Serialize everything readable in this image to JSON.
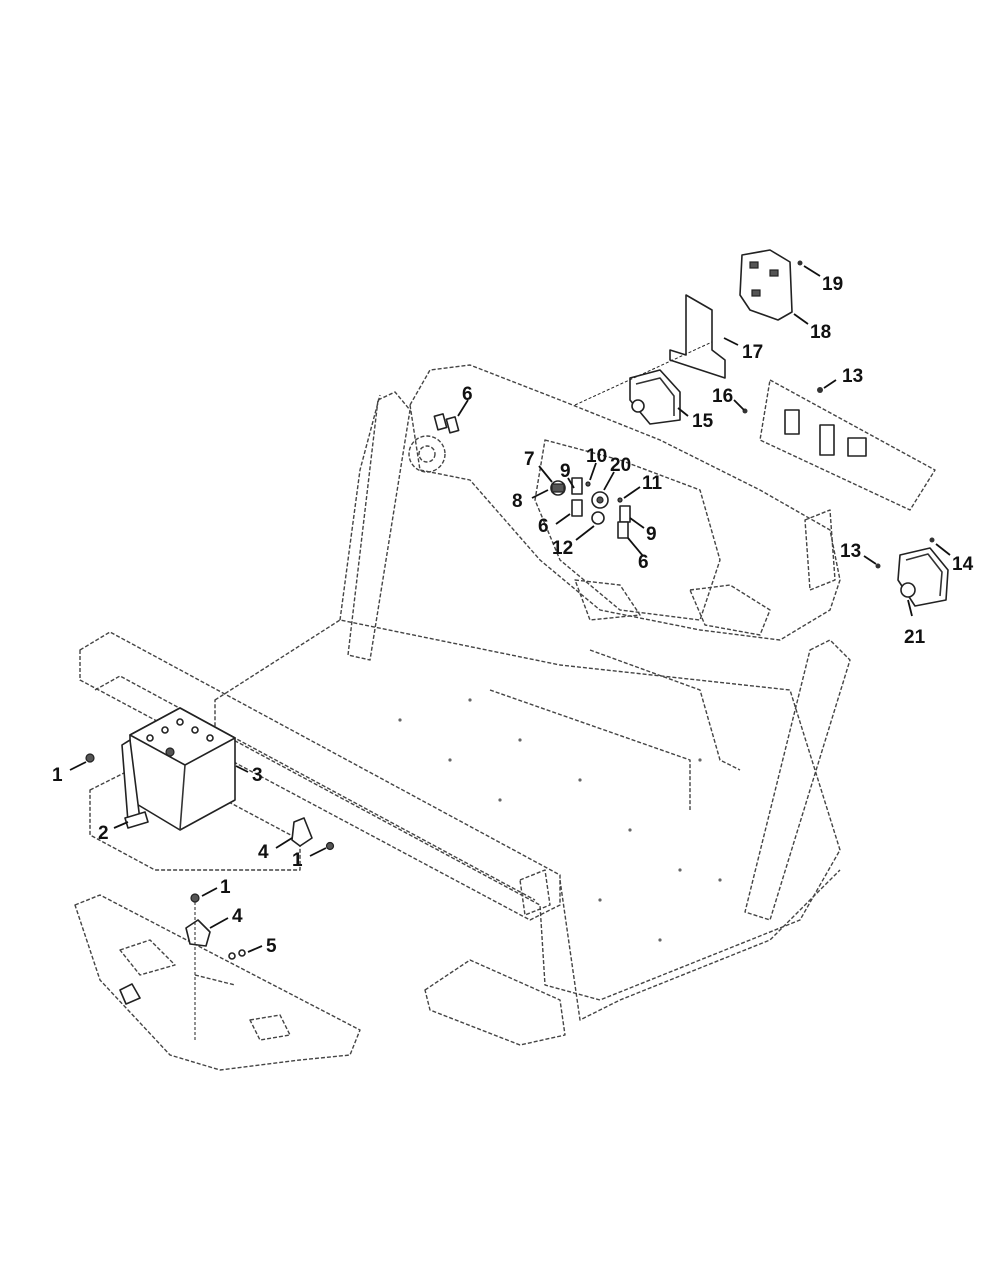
{
  "diagram": {
    "callouts": [
      {
        "id": "c1a",
        "label": "1"
      },
      {
        "id": "c2",
        "label": "2"
      },
      {
        "id": "c3",
        "label": "3"
      },
      {
        "id": "c4a",
        "label": "4"
      },
      {
        "id": "c1b",
        "label": "1"
      },
      {
        "id": "c1c",
        "label": "1"
      },
      {
        "id": "c4b",
        "label": "4"
      },
      {
        "id": "c5",
        "label": "5"
      },
      {
        "id": "c6a",
        "label": "6"
      },
      {
        "id": "c7",
        "label": "7"
      },
      {
        "id": "c8",
        "label": "8"
      },
      {
        "id": "c9a",
        "label": "9"
      },
      {
        "id": "c10",
        "label": "10"
      },
      {
        "id": "c20",
        "label": "20"
      },
      {
        "id": "c11",
        "label": "11"
      },
      {
        "id": "c6b",
        "label": "6"
      },
      {
        "id": "c12",
        "label": "12"
      },
      {
        "id": "c9b",
        "label": "9"
      },
      {
        "id": "c6c",
        "label": "6"
      },
      {
        "id": "c13a",
        "label": "13"
      },
      {
        "id": "c16",
        "label": "16"
      },
      {
        "id": "c15",
        "label": "15"
      },
      {
        "id": "c17",
        "label": "17"
      },
      {
        "id": "c18",
        "label": "18"
      },
      {
        "id": "c19",
        "label": "19"
      },
      {
        "id": "c13b",
        "label": "13"
      },
      {
        "id": "c14",
        "label": "14"
      },
      {
        "id": "c21",
        "label": "21"
      }
    ]
  }
}
